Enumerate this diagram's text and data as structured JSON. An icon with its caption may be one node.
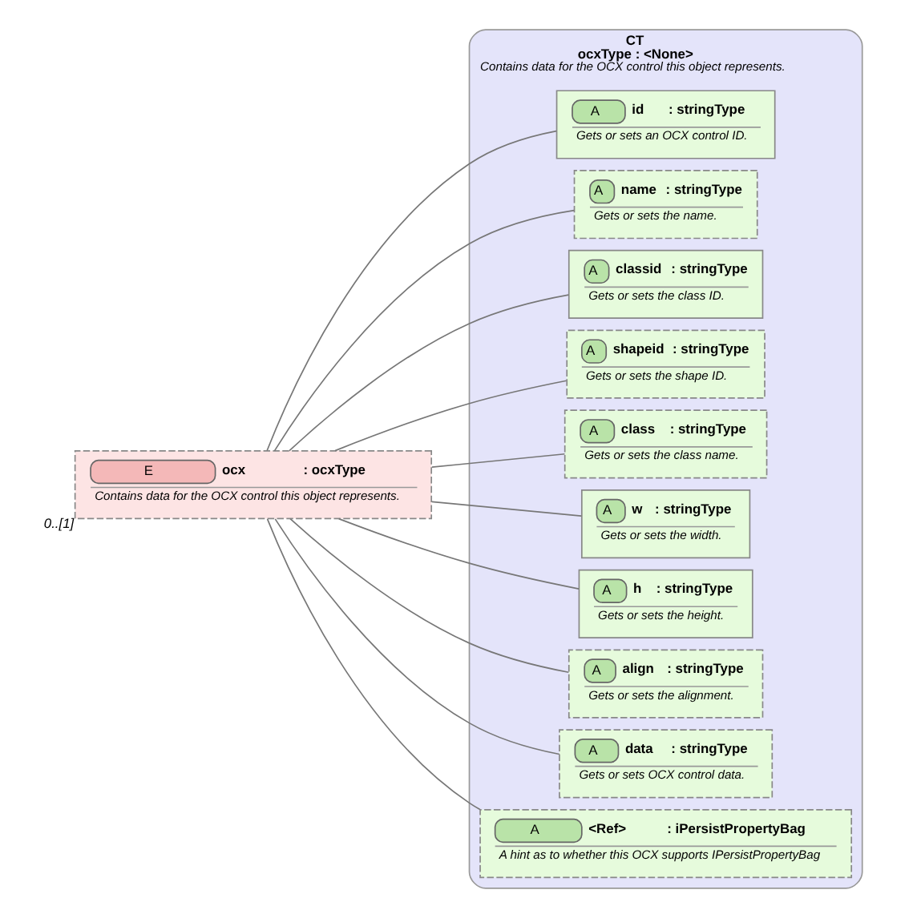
{
  "diagram": {
    "nodes": [
      {
        "text": [
          "E",
          "ocx",
          ": ocxType",
          "Contains data for the OCX control this object represents."
        ],
        "beside": [
          "0..[1]"
        ]
      },
      {
        "text": [
          "CT",
          "ocxType : <None>",
          "Contains data for the OCX control this object represents."
        ]
      },
      {
        "text": [
          "A",
          "id",
          ": stringType",
          "Gets or sets an OCX control ID."
        ],
        "in": 1
      },
      {
        "text": [
          "A",
          "name",
          ": stringType",
          "Gets or sets the name."
        ],
        "in": 1
      },
      {
        "text": [
          "A",
          "classid",
          ": stringType",
          "Gets or sets the class ID."
        ],
        "in": 1
      },
      {
        "text": [
          "A",
          "shapeid",
          ": stringType",
          "Gets or sets the shape ID."
        ],
        "in": 1
      },
      {
        "text": [
          "A",
          "class",
          ": stringType",
          "Gets or sets the class name."
        ],
        "in": 1
      },
      {
        "text": [
          "A",
          "w",
          ": stringType",
          "Gets or sets the width."
        ],
        "in": 1
      },
      {
        "text": [
          "A",
          "h",
          ": stringType",
          "Gets or sets the height."
        ],
        "in": 1
      },
      {
        "text": [
          "A",
          "align",
          ": stringType",
          "Gets or sets the alignment."
        ],
        "in": 1
      },
      {
        "text": [
          "A",
          "data",
          ": stringType",
          "Gets or sets OCX control data."
        ],
        "in": 1
      },
      {
        "text": [
          "A",
          "<Ref>",
          ": iPersistPropertyBag",
          "A hint as to whether this OCX supports IPersistPropertyBag"
        ],
        "in": 1
      }
    ],
    "edges": [
      {
        "from": 0,
        "to": 2,
        "arrow": "none"
      },
      {
        "from": 0,
        "to": 3,
        "arrow": "none"
      },
      {
        "from": 0,
        "to": 4,
        "arrow": "none"
      },
      {
        "from": 0,
        "to": 5,
        "arrow": "none"
      },
      {
        "from": 0,
        "to": 6,
        "arrow": "none"
      },
      {
        "from": 0,
        "to": 7,
        "arrow": "none"
      },
      {
        "from": 0,
        "to": 8,
        "arrow": "none"
      },
      {
        "from": 0,
        "to": 9,
        "arrow": "none"
      },
      {
        "from": 0,
        "to": 10,
        "arrow": "none"
      },
      {
        "from": 0,
        "to": 11,
        "arrow": "none"
      }
    ]
  }
}
